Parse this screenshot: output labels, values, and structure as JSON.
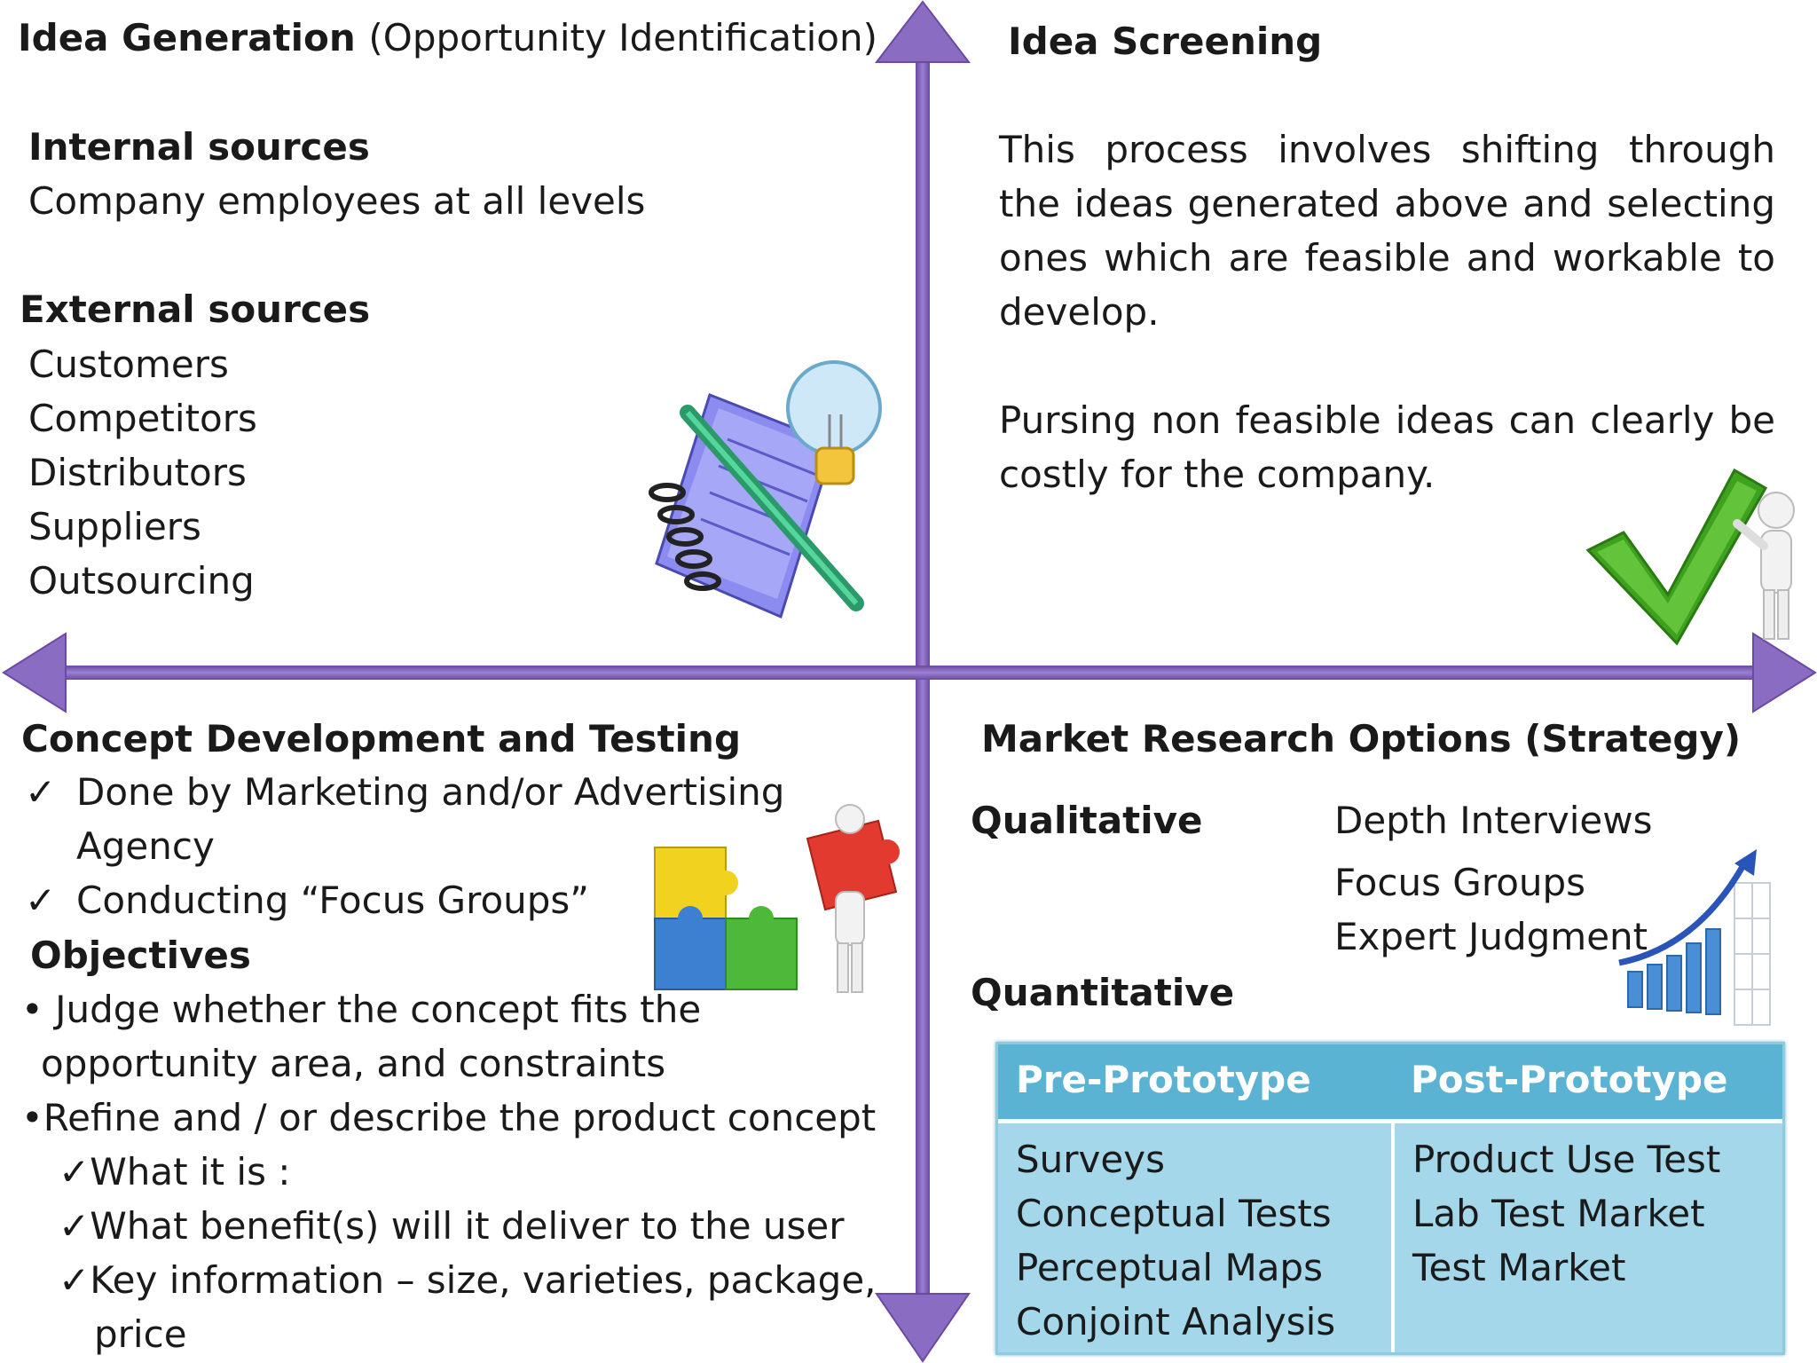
{
  "q1": {
    "title_bold": "Idea Generation",
    "title_rest": "(Opportunity Identification)",
    "internal_heading": "Internal sources",
    "internal_items": [
      "Company employees at all levels"
    ],
    "external_heading": "External sources",
    "external_items": [
      "Customers",
      "Competitors",
      "Distributors",
      "Suppliers",
      "Outsourcing"
    ]
  },
  "q2": {
    "title": "Idea Screening",
    "para1": "This process involves shifting through the ideas generated above and selecting ones which are feasible and workable to develop.",
    "para2": "Pursing non feasible ideas can clearly be costly for the company."
  },
  "q3": {
    "title": "Concept Development and Testing",
    "check_mark": "✓",
    "bullet": "•",
    "checks": [
      "Done by Marketing and/or Advertising",
      "Agency",
      "Conducting “Focus Groups”"
    ],
    "objectives_heading": "Objectives",
    "objective1_line1": "Judge whether the concept fits the",
    "objective1_line2": "opportunity area, and constraints",
    "objective2": "Refine and / or describe the product concept",
    "subchecks": [
      "What it is :",
      "What benefit(s) will it deliver to the user",
      "Key information – size, varieties, package,",
      "price"
    ]
  },
  "q4": {
    "title": "Market Research Options (Strategy)",
    "qualitative_label": "Qualitative",
    "qualitative_items": [
      "Depth Interviews",
      "Focus Groups",
      "Expert Judgment"
    ],
    "quantitative_label": "Quantitative",
    "table": {
      "headers": [
        "Pre-Prototype",
        "Post-Prototype"
      ],
      "pre": [
        "Surveys",
        "Conceptual Tests",
        "Perceptual Maps",
        "Conjoint Analysis"
      ],
      "post": [
        "Product Use Test",
        "Lab Test Market",
        "Test Market"
      ]
    }
  },
  "colors": {
    "axis": "#7b5cb0",
    "table_header": "#5bb3d3",
    "table_body": "#a4d7ea"
  }
}
